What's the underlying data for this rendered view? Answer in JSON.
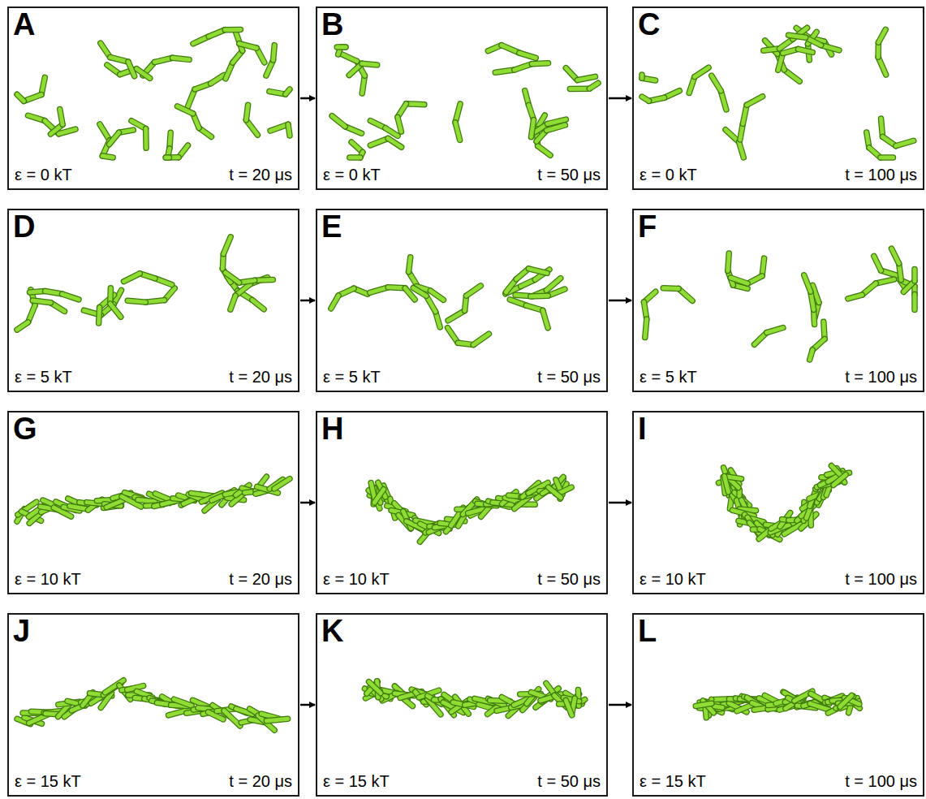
{
  "diagram": {
    "nodes": [
      {
        "text": [
          "A",
          "ε = 0 kT",
          "t = 20 μs"
        ]
      },
      {
        "text": [
          "B",
          "ε = 0 kT",
          "t = 50 μs"
        ]
      },
      {
        "text": [
          "C",
          "ε = 0 kT",
          "t = 100 μs"
        ]
      },
      {
        "text": [
          "D",
          "ε = 5 kT",
          "t = 20 μs"
        ]
      },
      {
        "text": [
          "E",
          "ε = 5 kT",
          "t = 50 μs"
        ]
      },
      {
        "text": [
          "F",
          "ε = 5 kT",
          "t = 100 μs"
        ]
      },
      {
        "text": [
          "G",
          "ε = 10 kT",
          "t = 20 μs"
        ]
      },
      {
        "text": [
          "H",
          "ε = 10 kT",
          "t = 50 μs"
        ]
      },
      {
        "text": [
          "I",
          "ε = 10 kT",
          "t = 100 μs"
        ]
      },
      {
        "text": [
          "J",
          "ε = 15 kT",
          "t = 20 μs"
        ]
      },
      {
        "text": [
          "K",
          "ε = 15 kT",
          "t = 50 μs"
        ]
      },
      {
        "text": [
          "L",
          "ε = 15 kT",
          "t = 100 μs"
        ]
      }
    ],
    "edges": [
      {
        "from": 0,
        "to": 1,
        "arrow": "to"
      },
      {
        "from": 1,
        "to": 2,
        "arrow": "to"
      },
      {
        "from": 3,
        "to": 4,
        "arrow": "to"
      },
      {
        "from": 4,
        "to": 5,
        "arrow": "to"
      },
      {
        "from": 6,
        "to": 7,
        "arrow": "to"
      },
      {
        "from": 7,
        "to": 8,
        "arrow": "to"
      },
      {
        "from": 9,
        "to": 10,
        "arrow": "to"
      },
      {
        "from": 10,
        "to": 11,
        "arrow": "to"
      }
    ]
  }
}
